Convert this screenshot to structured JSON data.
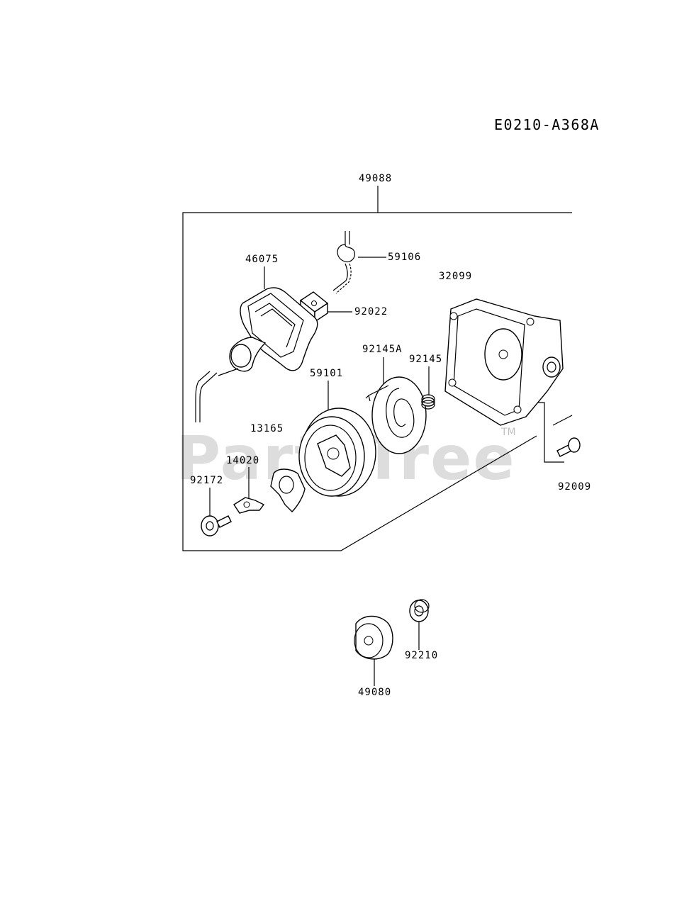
{
  "diagram": {
    "code": "E0210-A368A",
    "watermark": "PartsTree",
    "trademark": "TM",
    "callouts": {
      "c49088": "49088",
      "c46075": "46075",
      "c59106": "59106",
      "c32099": "32099",
      "c92022": "92022",
      "c92145A": "92145A",
      "c92145": "92145",
      "c59101": "59101",
      "c13165": "13165",
      "c14020": "14020",
      "c92172": "92172",
      "c92009": "92009",
      "c92210": "92210",
      "c49080": "49080"
    }
  }
}
